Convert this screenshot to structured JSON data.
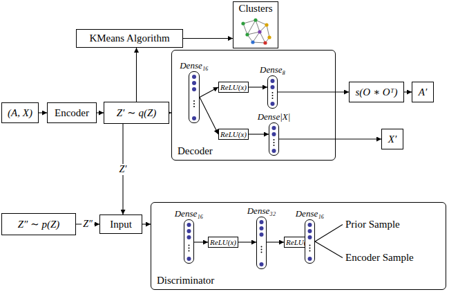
{
  "diagram": {
    "nodes": [
      {
        "text": [
          "KMeans Algorithm"
        ]
      },
      {
        "text": [
          "Clusters"
        ]
      },
      {
        "text": [
          "(A, X)"
        ]
      },
      {
        "text": [
          "Encoder"
        ]
      },
      {
        "text": [
          "Z′ ∼ q(Z)"
        ]
      },
      {
        "text": [
          "Decoder"
        ]
      },
      {
        "text": [
          "Dense₁₆"
        ],
        "in": 5
      },
      {
        "text": [
          "ReLU(x)"
        ],
        "in": 5
      },
      {
        "text": [
          "Dense₈"
        ],
        "in": 5
      },
      {
        "text": [
          "ReLU(x)"
        ],
        "in": 5
      },
      {
        "text": [
          "Dense|X|"
        ],
        "in": 5
      },
      {
        "text": [
          "s(O ∗ Oᵀ)"
        ]
      },
      {
        "text": [
          "A′"
        ]
      },
      {
        "text": [
          "X′"
        ]
      },
      {
        "text": [
          "Z″ ∼ p(Z)"
        ]
      },
      {
        "text": [
          "Input"
        ]
      },
      {
        "text": [
          "Discriminator"
        ]
      },
      {
        "text": [
          "Dense₁₆"
        ],
        "in": 16
      },
      {
        "text": [
          "ReLU(x)"
        ],
        "in": 16
      },
      {
        "text": [
          "Dense₃₂"
        ],
        "in": 16
      },
      {
        "text": [
          "ReLU(x)"
        ],
        "in": 16
      },
      {
        "text": [
          "Dense₁₆"
        ],
        "in": 16
      }
    ],
    "edges": [
      {
        "from": 4,
        "to": 0,
        "arrow": "to"
      },
      {
        "from": 0,
        "to": 1,
        "arrow": "to"
      },
      {
        "from": 2,
        "to": 3,
        "arrow": "to"
      },
      {
        "from": 3,
        "to": 4,
        "arrow": "to"
      },
      {
        "from": 4,
        "to": 5,
        "arrow": "to"
      },
      {
        "from": 6,
        "to": 7,
        "arrow": "to"
      },
      {
        "from": 6,
        "to": 9,
        "arrow": "to"
      },
      {
        "from": 7,
        "to": 8,
        "arrow": "to"
      },
      {
        "from": 9,
        "to": 10,
        "arrow": "to"
      },
      {
        "from": 8,
        "to": 11,
        "arrow": "to"
      },
      {
        "from": 11,
        "to": 12,
        "arrow": "to"
      },
      {
        "from": 10,
        "to": 13,
        "arrow": "to"
      },
      {
        "from": 4,
        "to": 15,
        "label": "Z′",
        "arrow": "to"
      },
      {
        "from": 14,
        "to": 15,
        "label": "Z″",
        "arrow": "to"
      },
      {
        "from": 15,
        "to": 16,
        "arrow": "to"
      },
      {
        "from": 17,
        "to": 18,
        "arrow": "to"
      },
      {
        "from": 18,
        "to": 19,
        "arrow": "to"
      },
      {
        "from": 19,
        "to": 20,
        "arrow": "to"
      },
      {
        "from": 20,
        "to": 21,
        "arrow": "to"
      }
    ],
    "labels": [
      "Prior Sample",
      "Encoder Sample"
    ]
  }
}
